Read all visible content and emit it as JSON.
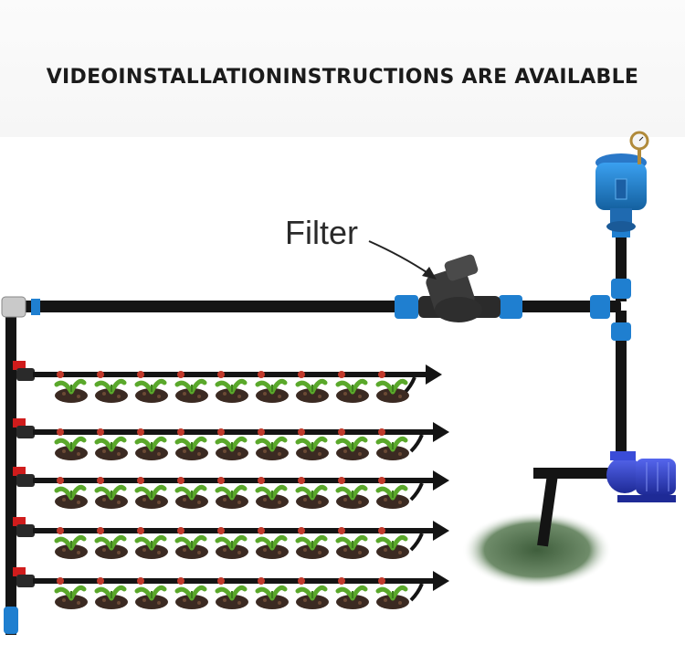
{
  "banner": {
    "title": "VIDEOINSTALLATIONINSTRUCTIONS ARE AVAILABLE"
  },
  "labels": {
    "filter": "Filter"
  },
  "colors": {
    "pipe": "#141414",
    "connector_blue": "#1f7fd0",
    "valve_red": "#d01c1c",
    "dripper_red": "#c0392b",
    "soil": "#3b2a22",
    "leaf_green": "#5aa82b",
    "pump_blue": "#2e3fc8",
    "water_green": "#4e6b4a",
    "air_valve_blue": "#2a78c8"
  },
  "layout": {
    "lateral_rows": 5,
    "plants_per_row": 9
  }
}
